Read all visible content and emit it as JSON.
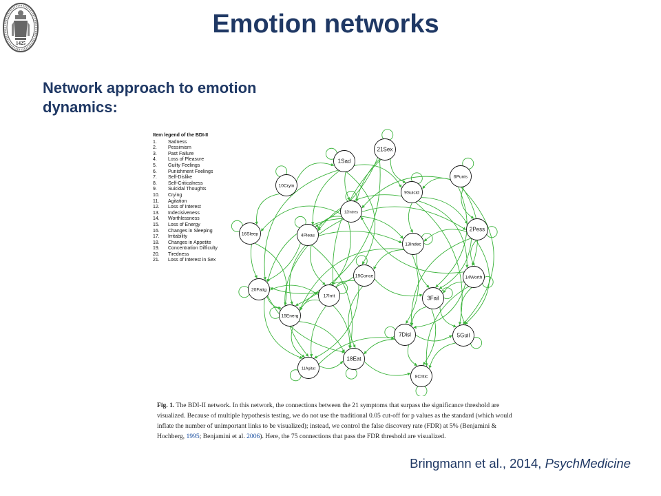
{
  "slide": {
    "title": "Emotion networks",
    "subtitle": "Network approach to emotion dynamics:",
    "citation_authors": "Bringmann et al., 2014, ",
    "citation_journal": "PsychMedicine",
    "logo_year": "1425"
  },
  "legend": {
    "title": "Item legend of the BDI-II",
    "items": [
      {
        "num": "1.",
        "label": "Sadness"
      },
      {
        "num": "2.",
        "label": "Pessimism"
      },
      {
        "num": "3.",
        "label": "Past Failure"
      },
      {
        "num": "4.",
        "label": "Loss of Pleasure"
      },
      {
        "num": "5.",
        "label": "Guilty Feelings"
      },
      {
        "num": "6.",
        "label": "Punishment Feelings"
      },
      {
        "num": "7.",
        "label": "Self-Dislike"
      },
      {
        "num": "8.",
        "label": "Self-Criticalness"
      },
      {
        "num": "9.",
        "label": "Suicidal Thoughts"
      },
      {
        "num": "10.",
        "label": "Crying"
      },
      {
        "num": "11.",
        "label": "Agitation"
      },
      {
        "num": "12.",
        "label": "Loss of Interest"
      },
      {
        "num": "13.",
        "label": "Indecisiveness"
      },
      {
        "num": "14.",
        "label": "Worthlessness"
      },
      {
        "num": "15.",
        "label": "Loss of Energy"
      },
      {
        "num": "16.",
        "label": "Changes in Sleeping"
      },
      {
        "num": "17.",
        "label": "Irritability"
      },
      {
        "num": "18.",
        "label": "Changes in Appetite"
      },
      {
        "num": "19.",
        "label": "Concentration Difficulty"
      },
      {
        "num": "20.",
        "label": "Tiredness"
      },
      {
        "num": "21.",
        "label": "Loss of Interest in Sex"
      }
    ]
  },
  "network": {
    "edge_color": "#3cb43c",
    "nodes": [
      {
        "id": "1Sad"
      },
      {
        "id": "21Sex"
      },
      {
        "id": "10Cryin"
      },
      {
        "id": "6Punis"
      },
      {
        "id": "9Suicid"
      },
      {
        "id": "12Intres"
      },
      {
        "id": "16Sleep"
      },
      {
        "id": "4Pleas"
      },
      {
        "id": "2Pess"
      },
      {
        "id": "13Indec"
      },
      {
        "id": "19Conce"
      },
      {
        "id": "14Worth"
      },
      {
        "id": "20Fatig"
      },
      {
        "id": "17Irrit"
      },
      {
        "id": "3Fail"
      },
      {
        "id": "15Energ"
      },
      {
        "id": "7Disl"
      },
      {
        "id": "5Guil"
      },
      {
        "id": "18Eat"
      },
      {
        "id": "11Agitat"
      },
      {
        "id": "8Critic"
      }
    ]
  },
  "caption": {
    "fig_label": "Fig. 1.",
    "text_a": " The BDI-II network. In this network, the connections between the 21 symptoms that surpass the significance threshold are visualized. Because of multiple hypothesis testing, we do not use the traditional 0.05 cut-off for p values as the standard (which would inflate the number of unimportant links to be visualized); instead, we control the false discovery rate (FDR) at 5% (Benjamini & Hochberg, ",
    "ref1_year": "1995",
    "text_b": "; Benjamini et al. ",
    "ref2_year": "2006",
    "text_c": "). Here, the 75 connections that pass the FDR threshold are visualized."
  }
}
